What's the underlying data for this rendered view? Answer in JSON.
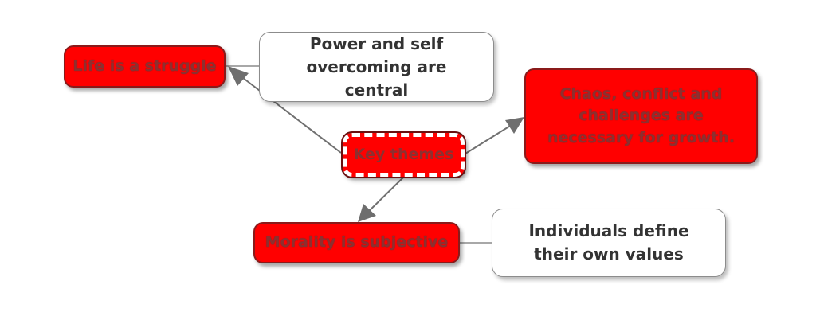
{
  "nodes": {
    "center": {
      "text": "Key themes"
    },
    "life": {
      "text": "Life is a struggle"
    },
    "power": {
      "text": "Power and self overcoming are central"
    },
    "chaos": {
      "text": "Chaos, conflict and challenges are necessary for growth."
    },
    "morality": {
      "text": "Morality is subjective"
    },
    "individuals": {
      "text": "Individuals define their own values"
    }
  },
  "colors": {
    "node_fill": "#ff0000",
    "note_fill": "#ffffff",
    "connector": "#707070"
  }
}
